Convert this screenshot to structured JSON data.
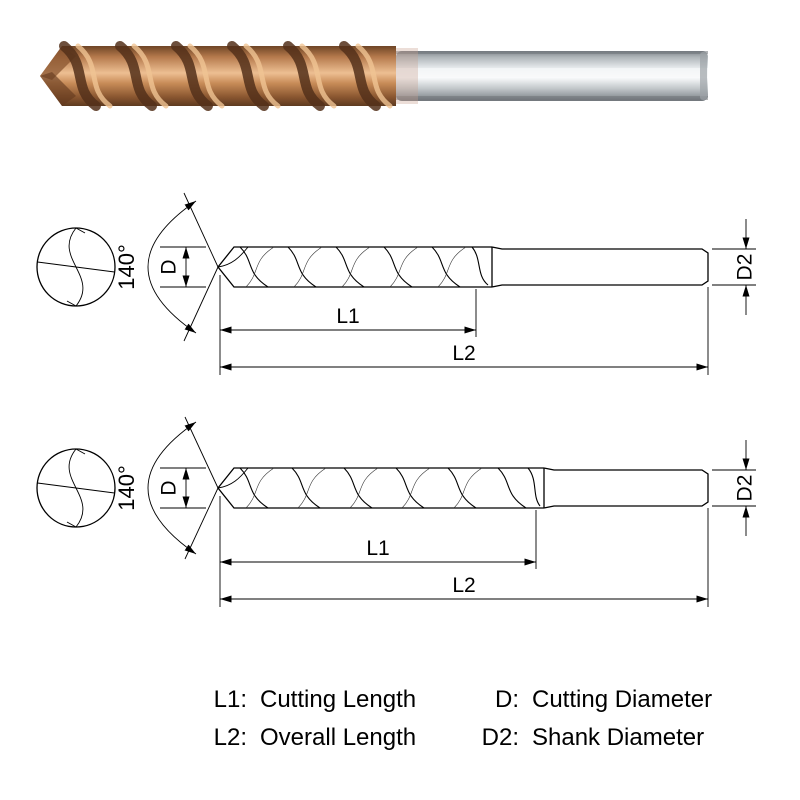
{
  "product_photo": {
    "name": "solid carbide twist drill photo"
  },
  "diagrams": [
    {
      "point_angle": "140°",
      "cutting_diameter_label": "D",
      "shank_diameter_label": "D2",
      "cutting_length_label": "L1",
      "overall_length_label": "L2"
    },
    {
      "point_angle": "140°",
      "cutting_diameter_label": "D",
      "shank_diameter_label": "D2",
      "cutting_length_label": "L1",
      "overall_length_label": "L2"
    }
  ],
  "legend": {
    "rows": [
      {
        "key": "L1:",
        "value": "Cutting Length"
      },
      {
        "key": "D:",
        "value": "Cutting Diameter"
      },
      {
        "key": "L2:",
        "value": "Overall Length"
      },
      {
        "key": "D2:",
        "value": "Shank Diameter"
      }
    ]
  },
  "colors": {
    "line": "#000000",
    "copper": "#b5794c",
    "steel": "#c8ccce",
    "background": "#ffffff"
  }
}
